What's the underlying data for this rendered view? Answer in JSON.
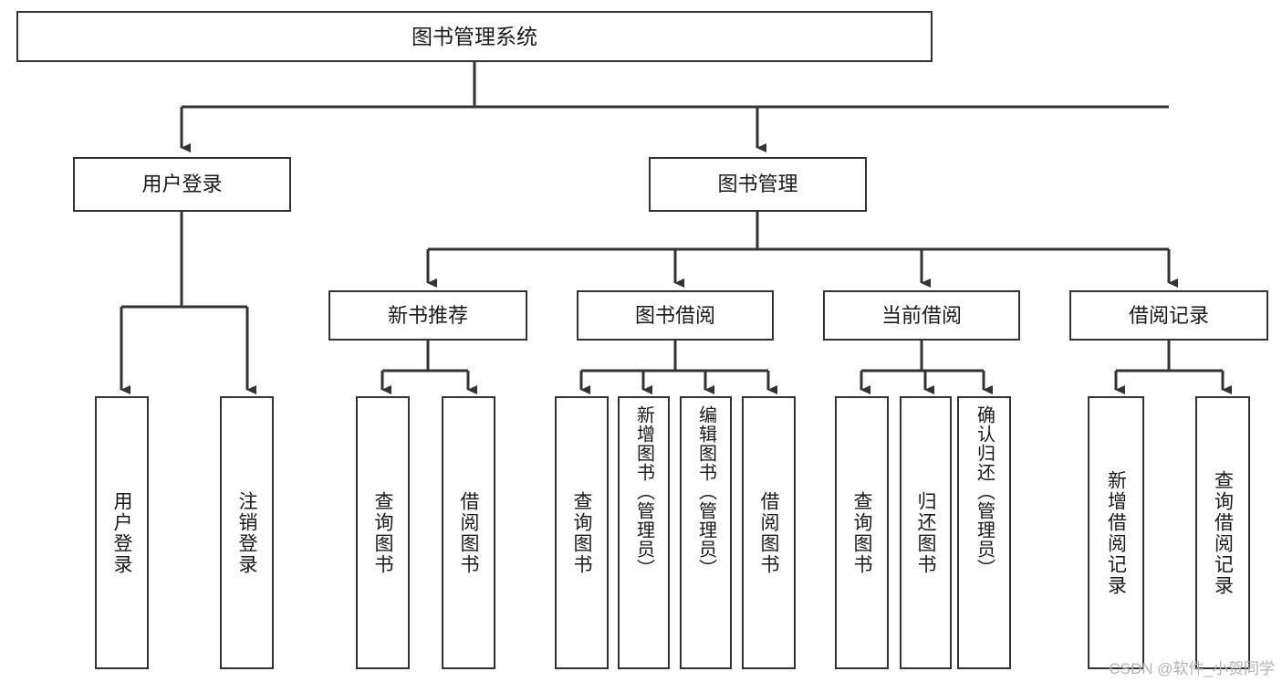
{
  "diagram": {
    "title": "图书管理系统",
    "type": "tree",
    "watermark": "CSDN @软件_小贺同学",
    "colors": {
      "box_border": "#333333",
      "box_fill": "#ffffff",
      "connector": "#333333",
      "text": "#1a1a1a",
      "watermark": "#b4b4b4",
      "background": "#ffffff"
    },
    "nodes": {
      "root": {
        "label": "图书管理系统"
      },
      "level2": [
        {
          "id": "user_login",
          "label": "用户登录"
        },
        {
          "id": "book_manage",
          "label": "图书管理"
        }
      ],
      "level3": [
        {
          "id": "new_book_rec",
          "label": "新书推荐"
        },
        {
          "id": "book_borrow",
          "label": "图书借阅"
        },
        {
          "id": "current_borrow",
          "label": "当前借阅"
        },
        {
          "id": "borrow_record",
          "label": "借阅记录"
        }
      ],
      "leaves": {
        "user_login": [
          {
            "id": "leaf_user_login",
            "label": "用户登录"
          },
          {
            "id": "leaf_user_logout",
            "label": "注销登录"
          }
        ],
        "new_book_rec": [
          {
            "id": "leaf_query_book_1",
            "label": "查询图书"
          },
          {
            "id": "leaf_borrow_book_1",
            "label": "借阅图书"
          }
        ],
        "book_borrow": [
          {
            "id": "leaf_query_book_2",
            "label": "查询图书"
          },
          {
            "id": "leaf_add_book",
            "label": "新增图书（管理员）"
          },
          {
            "id": "leaf_edit_book",
            "label": "编辑图书（管理员）"
          },
          {
            "id": "leaf_borrow_book_2",
            "label": "借阅图书"
          }
        ],
        "current_borrow": [
          {
            "id": "leaf_query_book_3",
            "label": "查询图书"
          },
          {
            "id": "leaf_return_book",
            "label": "归还图书"
          },
          {
            "id": "leaf_confirm_return",
            "label": "确认归还（管理员）"
          }
        ],
        "borrow_record": [
          {
            "id": "leaf_add_record",
            "label": "新增借阅记录"
          },
          {
            "id": "leaf_query_record",
            "label": "查询借阅记录"
          }
        ]
      }
    }
  }
}
